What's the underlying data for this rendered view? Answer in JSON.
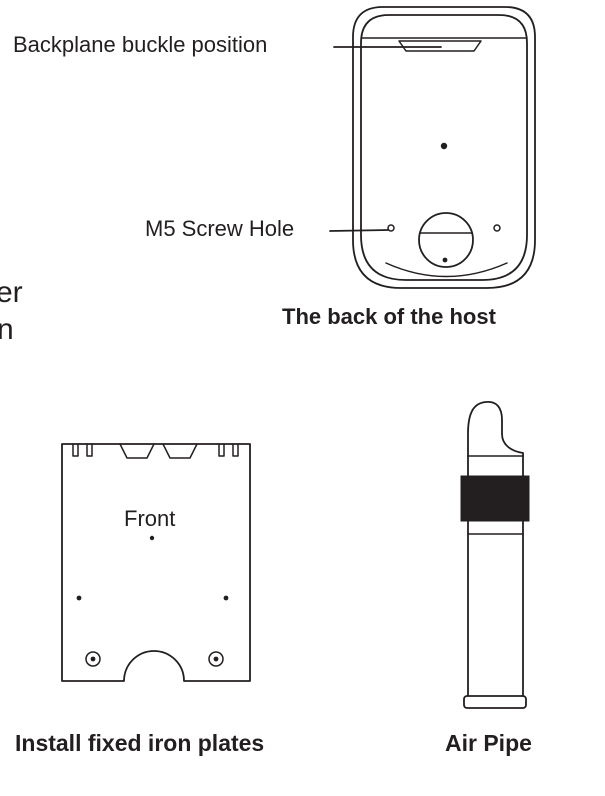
{
  "page": {
    "background": "#ffffff",
    "ink": "#231f20"
  },
  "callouts": {
    "backplane": {
      "label": "Backplane buckle position"
    },
    "m5": {
      "label": "M5 Screw Hole"
    }
  },
  "edge_text": {
    "line1": "er",
    "line2": "n"
  },
  "figures": {
    "host_back": {
      "caption": "The back of the host"
    },
    "iron_plate": {
      "caption": "Install fixed iron plates",
      "inner_label": "Front"
    },
    "air_pipe": {
      "caption": "Air Pipe"
    }
  }
}
